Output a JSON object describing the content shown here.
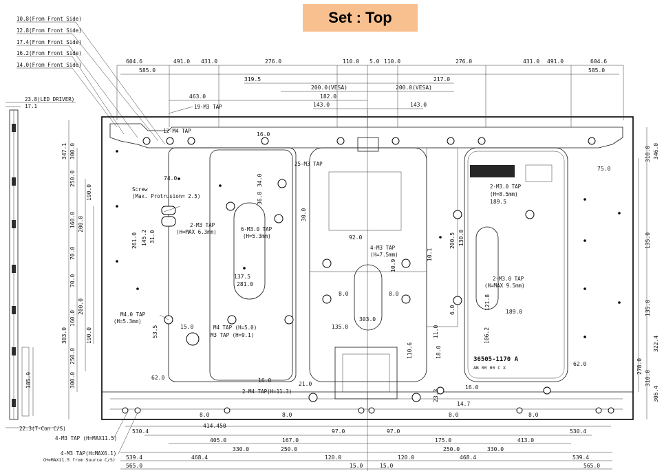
{
  "title": "Set : Top",
  "side_view_labels": [
    "10.8(From Front Side)",
    "12.8(From Front Side)",
    "17.4(From Front Side)",
    "16.2(From Front Side)",
    "14.0(From Front Side)"
  ],
  "led_driver": "23.8(LED DRIVER)",
  "led_driver_sub": "17.1",
  "bottom_left_note": "22.3(T-Con C/S)",
  "top_dims_row1": [
    "604.6",
    "491.0",
    "431.0",
    "276.0",
    "110.0",
    "5.0",
    "110.0",
    "276.0",
    "431.0",
    "491.0",
    "604.6"
  ],
  "top_dims_row2": [
    "585.0",
    "585.0"
  ],
  "top_dims_row3": [
    "319.5",
    "217.0"
  ],
  "top_dims_row4": [
    "200.0(VESA)",
    "200.0(VESA)"
  ],
  "top_dims_row5": [
    "463.0",
    "182.0"
  ],
  "top_dims_row6": [
    "143.0",
    "143.0"
  ],
  "tap_labels": {
    "m3_19": "19-M3 TAP",
    "m4_12": "12-M4 TAP",
    "m3_25": "25-M3 TAP",
    "screw": "Screw",
    "screw_sub": "(Max. Protrusion= 2.5)",
    "m3_2": "2-M3 TAP",
    "m3_2_sub": "(H=MAX 6.3mm)",
    "m30_6": "6-M3.0 TAP",
    "m30_6_sub": "(H=5.3mm)",
    "m3_4": "4-M3 TAP",
    "m3_4_sub": "(H=7.5mm)",
    "m30_2a": "2-M3.0 TAP",
    "m30_2a_sub": "(H=8.5mm)",
    "m30_2b": "2-M3.0 TAP",
    "m30_2b_sub": "(H=MAX 9.5mm)",
    "m40": "M4.0 TAP",
    "m40_sub": "(H=5.3mm)",
    "m4h": "M4 TAP (H=5.0)",
    "m3h": "M3 TAP (H=9.1)",
    "m4_2": "2-M4 TAP(H=11.3)",
    "m3_4b": "4-M3 TAP (H=MAX11.5)",
    "m3_4c": "4-M3 TAP(H=MAX6.1)",
    "m3_4c_sub": "(H=MAX11.5 from Source C/S)"
  },
  "label_code": "36505-1170 A",
  "label_code_sub": "AB 00 00 C X",
  "inner_dims": [
    "16.0",
    "74.0",
    "34.0",
    "36.8",
    "30.0",
    "261.0",
    "145.2",
    "31.0",
    "137.5",
    "281.0",
    "92.0",
    "10.9",
    "10.1",
    "8.0",
    "8.0",
    "303.0",
    "135.0",
    "189.5",
    "200.5",
    "130.0",
    "121.8",
    "189.0",
    "6.0",
    "75.0",
    "62.0",
    "16.0",
    "21.0",
    "15.0",
    "53.5",
    "62.0",
    "11.0",
    "110.6",
    "106.2",
    "18.0",
    "16.0",
    "14.7",
    "23.3"
  ],
  "left_dims": [
    "347.1",
    "300.0",
    "250.0",
    "190.0",
    "160.0",
    "200.0",
    "70.0",
    "70.0",
    "200.0",
    "160.0",
    "190.0",
    "250.0",
    "300.0",
    "303.0",
    "185.9"
  ],
  "right_dims": [
    "346.0",
    "310.0",
    "135.0",
    "135.0",
    "322.4",
    "278.0",
    "310.0",
    "306.4"
  ],
  "bottom_row1": [
    "8.0",
    "8.0",
    "8.0",
    "8.0"
  ],
  "bottom_row2": [
    "530.4",
    "414.450",
    "97.0",
    "97.0",
    "530.4"
  ],
  "bottom_row3": [
    "405.0",
    "167.0",
    "175.0",
    "413.0"
  ],
  "bottom_row4": [
    "330.0",
    "250.0",
    "250.0",
    "330.0"
  ],
  "bottom_row5": [
    "539.4",
    "468.4",
    "120.0",
    "120.0",
    "468.4",
    "539.4"
  ],
  "bottom_row6": [
    "565.0",
    "15.0",
    "15.0",
    "565.0"
  ]
}
